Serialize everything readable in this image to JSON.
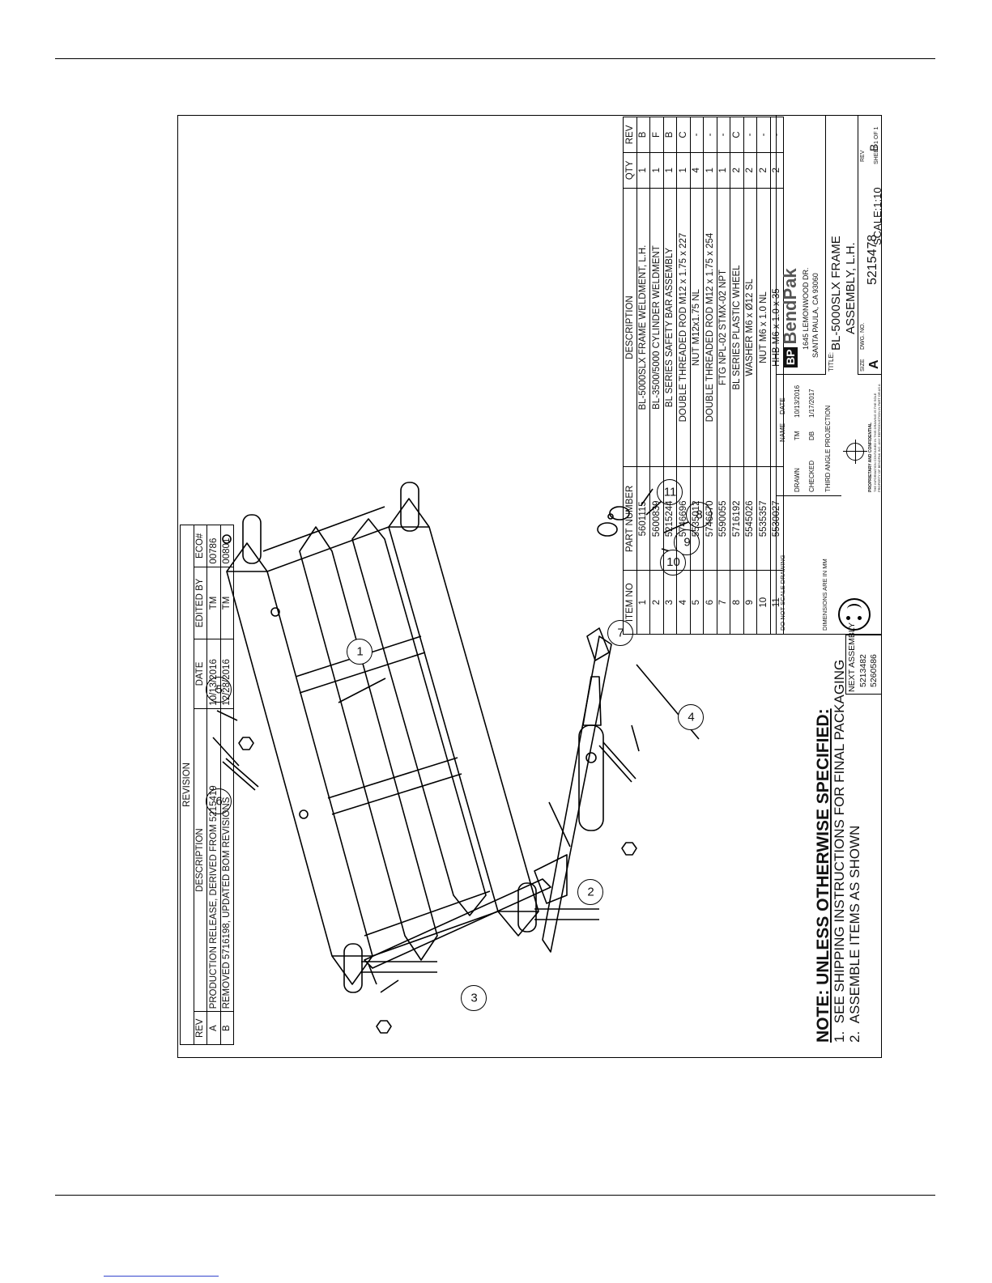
{
  "revision": {
    "header": "REVISION",
    "columns": [
      "REV",
      "DESCRIPTION",
      "DATE",
      "EDITED BY",
      "ECO#"
    ],
    "rows": [
      [
        "A",
        "PRODUCTION RELEASE, DERIVED FROM 5215419",
        "10/13/2016",
        "TM",
        "00786"
      ],
      [
        "B",
        "REMOVED 5716198, UPDATED BOM REVISIONS",
        "12/28/2016",
        "TM",
        "00801"
      ]
    ]
  },
  "bom": {
    "columns": [
      "ITEM NO",
      "PART NUMBER",
      "DESCRIPTION",
      "QTY",
      "REV"
    ],
    "rows": [
      [
        "1",
        "5601115",
        "BL-5000SLX FRAME WELDMENT, L.H.",
        "1",
        "B"
      ],
      [
        "2",
        "5600839",
        "BL-3500/5000 CYLINDER WELDMENT",
        "1",
        "F"
      ],
      [
        "3",
        "5215244",
        "BL SERIES SAFETY BAR ASSEMBLY",
        "1",
        "B"
      ],
      [
        "4",
        "5746696",
        "DOUBLE THREADED ROD M12 x 1.75 x 227",
        "1",
        "C"
      ],
      [
        "5",
        "5535012",
        "NUT M12x1.75 NL",
        "4",
        "-"
      ],
      [
        "6",
        "5746670",
        "DOUBLE THREADED ROD M12 x 1.75 x 254",
        "1",
        "-"
      ],
      [
        "7",
        "5590055",
        "FTG NPL-02 STMX-02 NPT",
        "1",
        "-"
      ],
      [
        "8",
        "5716192",
        "BL SERIES PLASTIC WHEEL",
        "2",
        "C"
      ],
      [
        "9",
        "5545026",
        "WASHER M6 x Ø12 SL",
        "2",
        "-"
      ],
      [
        "10",
        "5535357",
        "NUT M6 x 1.0 NL",
        "2",
        "-"
      ],
      [
        "11",
        "5530027",
        "HHB M6 x 1.0 x 35",
        "2",
        "-"
      ]
    ]
  },
  "title_block": {
    "do_not_scale": "DO NOT SCALE DRAWING",
    "dimensions": "DIMENSIONS ARE IN MM",
    "name_label": "NAME",
    "date_label": "DATE",
    "drawn_label": "DRAWN",
    "drawn_name": "TM",
    "drawn_date": "10/13/2016",
    "checked_label": "CHECKED",
    "checked_name": "DB",
    "checked_date": "1/17/2017",
    "projection": "THIRD ANGLE PROJECTION",
    "proprietary_title": "PROPRIETARY AND CONFIDENTIAL",
    "proprietary_text": "THE INFORMATION CONTAINED IN THIS DRAWING IS THE SOLE PROPERTY OF BENDPAK INC. ANY REPRODUCTION IN PART OR AS A WHOLE WITHOUT THE WRITTEN PERMISSION OF BENDPAK INC. IS PROHIBITED.",
    "logo_text": "BendPak",
    "address_1": "1645 LEMONWOOD DR.",
    "address_2": "SANTA PAULA, CA 93060",
    "title_label": "TITLE:",
    "title_1": "BL-5000SLX FRAME",
    "title_2": "ASSEMBLY, L.H.",
    "size_label": "SIZE",
    "size": "A",
    "dwg_label": "DWG. NO.",
    "dwg_no": "5215478",
    "rev_label": "REV",
    "rev": "B",
    "scale": "SCALE:1:10",
    "sheet": "SHEET 1 OF 1"
  },
  "next_assembly": {
    "label": "NEXT ASSEMBLY",
    "items": [
      "5213482",
      "5260586"
    ]
  },
  "notes": {
    "title": "NOTE: UNLESS OTHERWISE SPECIFIED:",
    "items": [
      {
        "num": "1.",
        "text": "SEE SHIPPING INSTRUCTIONS FOR FINAL PACKAGING"
      },
      {
        "num": "2.",
        "text": "ASSEMBLE ITEMS AS SHOWN"
      }
    ]
  },
  "balloons": [
    "1",
    "2",
    "3",
    "4",
    "5",
    "6",
    "7",
    "8",
    "9",
    "10",
    "11"
  ]
}
